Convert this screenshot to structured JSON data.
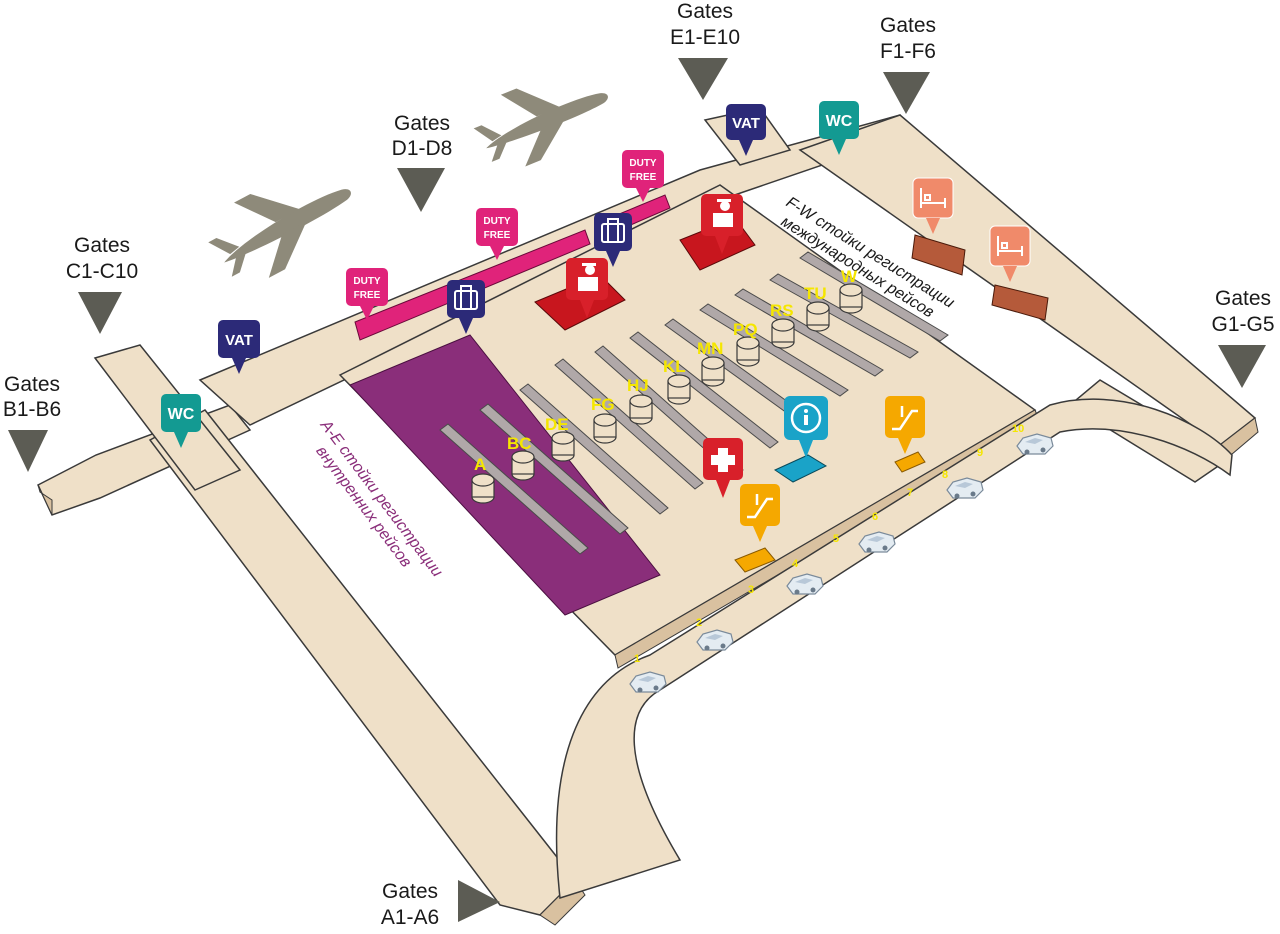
{
  "gates": [
    {
      "id": "a",
      "line1": "Gates",
      "line2": "A1-A6"
    },
    {
      "id": "b",
      "line1": "Gates",
      "line2": "B1-B6"
    },
    {
      "id": "c",
      "line1": "Gates",
      "line2": "C1-C10"
    },
    {
      "id": "d",
      "line1": "Gates",
      "line2": "D1-D8"
    },
    {
      "id": "e",
      "line1": "Gates",
      "line2": "E1-E10"
    },
    {
      "id": "f",
      "line1": "Gates",
      "line2": "F1-F6"
    },
    {
      "id": "g",
      "line1": "Gates",
      "line2": "G1-G5"
    }
  ],
  "zones": {
    "domestic": {
      "line1": "A-E стойки регистрации",
      "line2": "внутренних рейсов",
      "color": "#8a2e7a"
    },
    "international": {
      "line1": "F-W стойки регистрации",
      "line2": "международных рейсов",
      "color": "#1a1a1a"
    }
  },
  "counters": [
    "A",
    "BC",
    "DE",
    "FG",
    "HJ",
    "KL",
    "MN",
    "PQ",
    "RS",
    "TU",
    "W"
  ],
  "doors": [
    "1",
    "2",
    "3",
    "4",
    "5",
    "6",
    "7",
    "8",
    "9",
    "10"
  ],
  "markers": {
    "vat": {
      "label": "VAT",
      "color": "#2c2a78"
    },
    "wc": {
      "label": "WC",
      "color": "#139a92"
    },
    "duty_free": {
      "line1": "DUTY",
      "line2": "FREE",
      "color": "#e0237a"
    },
    "luggage": {
      "icon": "luggage-icon",
      "color": "#2c2a78"
    },
    "immigration": {
      "icon": "immigration-officer-icon",
      "color": "#d8202a"
    },
    "hotel": {
      "icon": "bed-icon",
      "color": "#f08a6a"
    },
    "information": {
      "icon": "info-icon",
      "color": "#1aa3c8"
    },
    "first_aid": {
      "icon": "first-aid-cross-icon",
      "color": "#d8202a"
    },
    "escalator": {
      "icon": "escalator-icon",
      "color": "#f5a800"
    }
  },
  "colors": {
    "floor": "#efe0c8",
    "walls": "#d9c1a0",
    "edge": "#3a3a3a",
    "plane": "#8e8a7a",
    "domestic_floor": "#8a2e7a",
    "duty_free_strip": "#e0237a",
    "immigration_block": "#c8161e",
    "hotel_block": "#b55a3a"
  }
}
